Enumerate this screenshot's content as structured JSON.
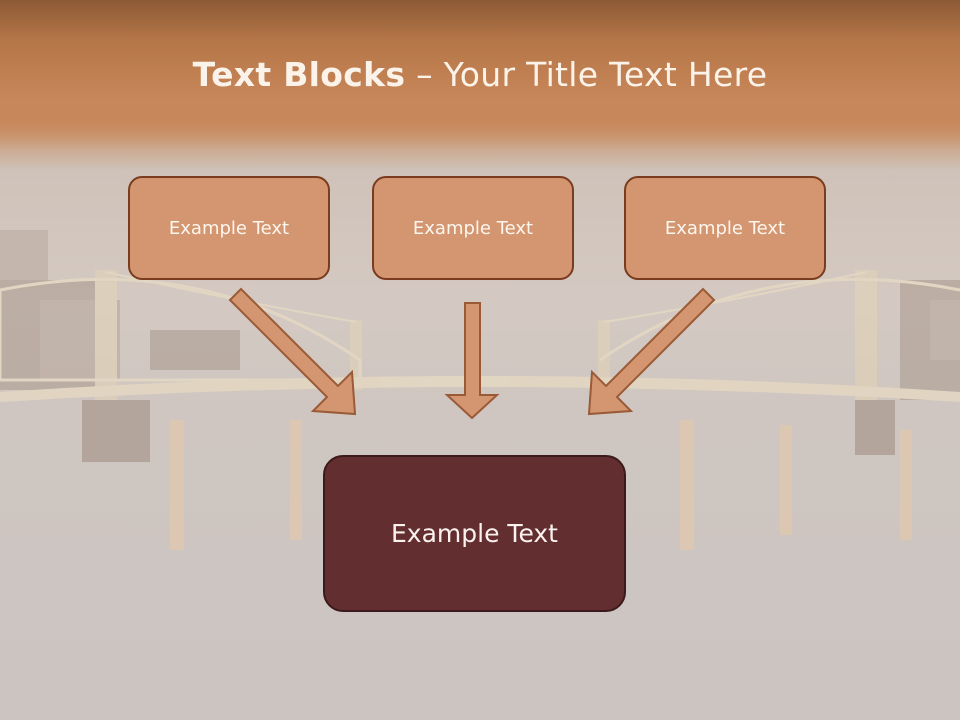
{
  "title": {
    "bold": "Text Blocks",
    "separator": " – ",
    "rest": "Your Title Text Here"
  },
  "boxes": {
    "left": "Example Text",
    "center": "Example Text",
    "right": "Example Text",
    "bottom": "Example Text"
  },
  "colors": {
    "box_fill": "#d39670",
    "box_border": "#7a3c1e",
    "bottom_box_fill": "#622e30",
    "arrow_fill": "#d39670",
    "arrow_stroke": "#9a5a36"
  }
}
